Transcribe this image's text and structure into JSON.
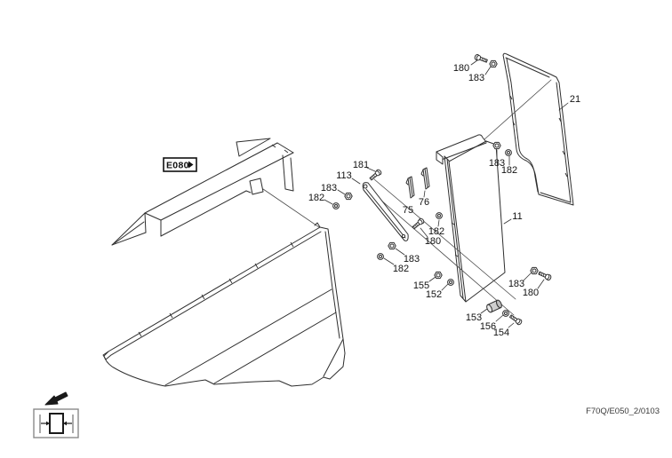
{
  "diagram": {
    "type": "exploded-parts-diagram",
    "reference_box": {
      "label": "E080",
      "arrow_glyph": "▶"
    },
    "footer_code": "F70Q/E050_2/0103",
    "part_numbers_visible": [
      "11",
      "21",
      "75",
      "76",
      "113",
      "152",
      "153",
      "154",
      "155",
      "156",
      "180",
      "181",
      "182",
      "183"
    ],
    "colors": {
      "line": "#2e2e2e",
      "label": "#111111",
      "footer": "#3a3a3a",
      "bushing_fill": "#cfcfcf"
    },
    "icons": [
      {
        "name": "direction-arrow",
        "meaning": "viewing direction, points lower-left"
      },
      {
        "name": "panel-clamp-symbol",
        "meaning": "panel pressed between side guides"
      }
    ],
    "callouts": [
      {
        "text": "180"
      },
      {
        "text": "183"
      },
      {
        "text": "21"
      },
      {
        "text": "183"
      },
      {
        "text": "182"
      },
      {
        "text": "181"
      },
      {
        "text": "113"
      },
      {
        "text": "183"
      },
      {
        "text": "182"
      },
      {
        "text": "75"
      },
      {
        "text": "76"
      },
      {
        "text": "182"
      },
      {
        "text": "180"
      },
      {
        "text": "11"
      },
      {
        "text": "183"
      },
      {
        "text": "182"
      },
      {
        "text": "155"
      },
      {
        "text": "152"
      },
      {
        "text": "153"
      },
      {
        "text": "156"
      },
      {
        "text": "154"
      },
      {
        "text": "183"
      },
      {
        "text": "180"
      }
    ]
  }
}
